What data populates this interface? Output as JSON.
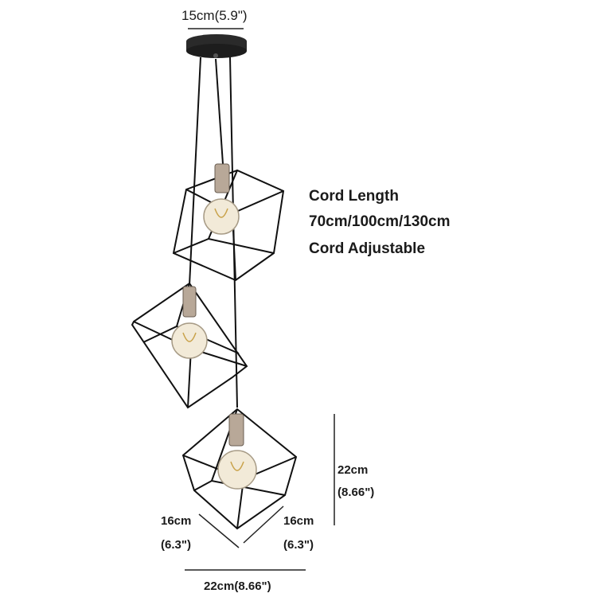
{
  "dimensions": {
    "canopy_width": "15cm(5.9\")",
    "cord_title": "Cord Length",
    "cord_options": "70cm/100cm/130cm",
    "cord_note": "Cord Adjustable",
    "height_cm": "22cm",
    "height_in": "(8.66\")",
    "depth_left_cm": "16cm",
    "depth_left_in": "(6.3\")",
    "depth_right_cm": "16cm",
    "depth_right_in": "(6.3\")",
    "width_total": "22cm(8.66\")"
  },
  "colors": {
    "frame": "#111111",
    "canopy": "#2a2a2a",
    "socket": "#b8a898",
    "bulb": "#f2ead8",
    "filament": "#c9a24a",
    "dimension_line": "#222222"
  }
}
